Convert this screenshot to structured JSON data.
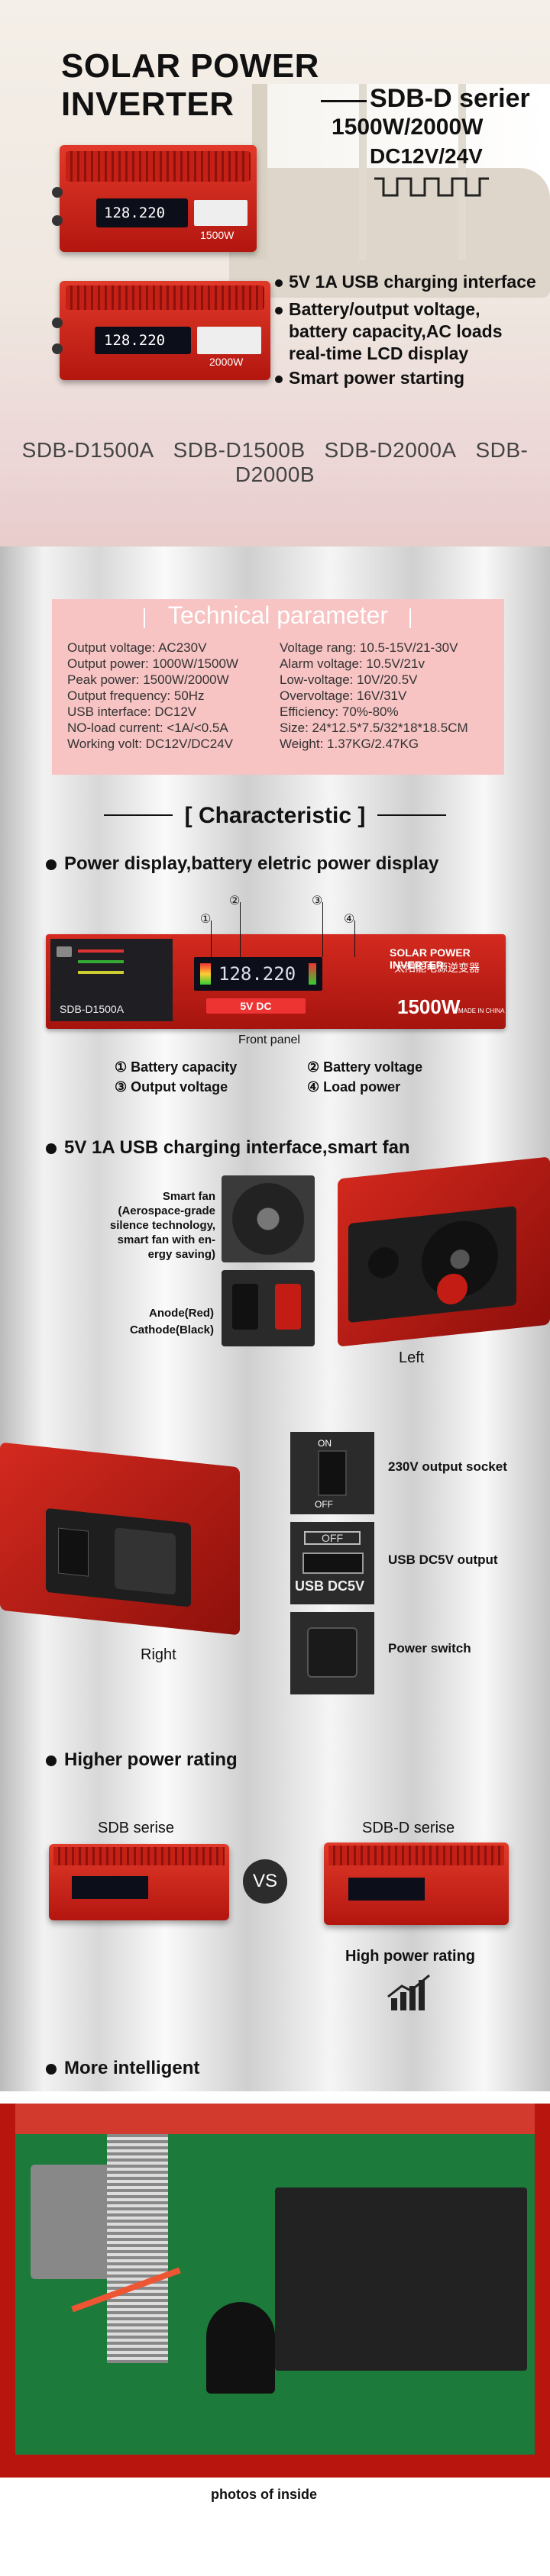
{
  "header": {
    "title": "SOLAR POWER INVERTER",
    "series": "SDB-D serier",
    "power": "1500W/2000W",
    "voltage": "DC12V/24V"
  },
  "features": [
    "5V 1A USB charging interface",
    "Battery/output voltage,",
    "battery capacity,AC loads",
    "real-time LCD display",
    "Smart power starting"
  ],
  "products": {
    "lcd_reading": "128.220",
    "small_label_top": "1500W",
    "small_label_bottom": "2000W"
  },
  "models": [
    "SDB-D1500A",
    "SDB-D1500B",
    "SDB-D2000A",
    "SDB-D2000B"
  ],
  "tech": {
    "title": "Technical parameter",
    "left": [
      "Output voltage:  AC230V",
      "Output power:  1000W/1500W",
      "Peak power:  1500W/2000W",
      "Output frequency:  50Hz",
      "USB interface:  DC12V",
      "NO-load current:  <1A/<0.5A",
      "Working volt:  DC12V/DC24V"
    ],
    "right": [
      "Voltage rang:  10.5-15V/21-30V",
      "Alarm voltage:  10.5V/21v",
      "Low-voltage:  10V/20.5V",
      "Overvoltage:  16V/31V",
      "Efficiency:  70%-80%",
      "Size:  24*12.5*7.5/32*18*18.5CM",
      "Weight:  1.37KG/2.47KG"
    ]
  },
  "characteristic": {
    "title": "Characteristic",
    "display_heading": "Power display,battery eletric power display",
    "panel_brand_en": "SOLAR POWER INVERTER",
    "panel_brand_cn": "太阳能电源逆变器",
    "panel_model": "SDB-D1500A",
    "panel_power": "1500W",
    "panel_usb": "5V DC",
    "panel_made": "MADE IN CHINA",
    "panel_reading": "128.220",
    "callouts": [
      "①",
      "②",
      "③",
      "④"
    ],
    "front_panel": "Front panel",
    "legend": [
      "① Battery capacity",
      "② Battery voltage",
      "③ Output voltage",
      "④ Load power"
    ],
    "usb_heading": "5V 1A USB charging interface,smart fan",
    "smart_fan": "Smart fan\n(Aerospace-grade\nsilence technology,\nsmart fan with en-\nergy saving)",
    "anode": "Anode(Red)\nCathode(Black)",
    "left_label": "Left",
    "right_label": "Right",
    "socket_label": "230V output socket",
    "usb_label": "USB DC5V output",
    "switch_label": "Power switch",
    "on_text": "ON",
    "off_text": "OFF",
    "usb_off": "OFF",
    "usb_dc": "USB DC5V"
  },
  "rating": {
    "heading": "Higher power rating",
    "sdb_label": "SDB serise",
    "sdbd_label": "SDB-D serise",
    "vs": "VS",
    "high_power": "High power rating"
  },
  "intelligent": {
    "heading": "More intelligent",
    "caption": "photos of inside"
  }
}
